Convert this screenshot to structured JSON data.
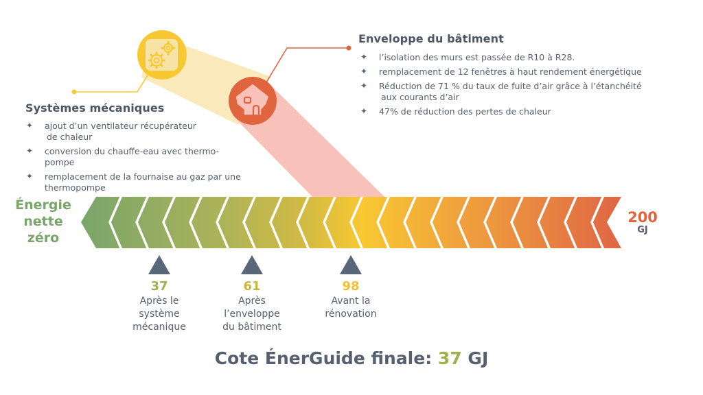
{
  "mechanical": {
    "title": "Systèmes mécaniques",
    "icon": "gears-icon",
    "color": "#f8c832",
    "items": [
      {
        "line1": "ajout d’un ventilateur récupérateur",
        "line2": "de chaleur"
      },
      {
        "line1": "conversion du chauffe-eau avec thermo-",
        "line2": "pompe"
      },
      {
        "line1": "remplacement de la fournaise au gaz par une",
        "line2": "thermopompe"
      }
    ]
  },
  "envelope": {
    "title": "Enveloppe du bâtiment",
    "icon": "house-icon",
    "color": "#e0643e",
    "items": [
      {
        "line1": "l’isolation des murs est passée de R10 à R28.",
        "line2": ""
      },
      {
        "line1": "remplacement de 12 fenêtres à haut rendement énergétique",
        "line2": ""
      },
      {
        "line1": "Réduction de 71 % du taux de fuite d’air grâce à l’étanchéité",
        "line2": "aux courants d’air"
      },
      {
        "line1": "47% de réduction des pertes de chaleur",
        "line2": ""
      }
    ]
  },
  "scale": {
    "left_label": [
      "Énergie",
      "nette",
      "zéro"
    ],
    "left_color": "#7aa56a",
    "right_value": "200",
    "right_unit": "GJ",
    "right_color": "#e0643e",
    "gradient": [
      "#7aa56a",
      "#a6b25a",
      "#cdb944",
      "#f8c832",
      "#f1a63c",
      "#e88541",
      "#e06645"
    ]
  },
  "markers": [
    {
      "value": "37",
      "color": "#9fb04e",
      "label": [
        "Après le",
        "système",
        "mécanique"
      ]
    },
    {
      "value": "61",
      "color": "#c9b83e",
      "label": [
        "Après",
        "l’enveloppe",
        "du bâtiment"
      ]
    },
    {
      "value": "98",
      "color": "#f2c12e",
      "label": [
        "Avant la",
        "rénovation"
      ]
    }
  ],
  "final": {
    "prefix": "Cote ÉnerGuide finale: ",
    "value": "37",
    "unit": " GJ",
    "value_color": "#9fb04e"
  }
}
